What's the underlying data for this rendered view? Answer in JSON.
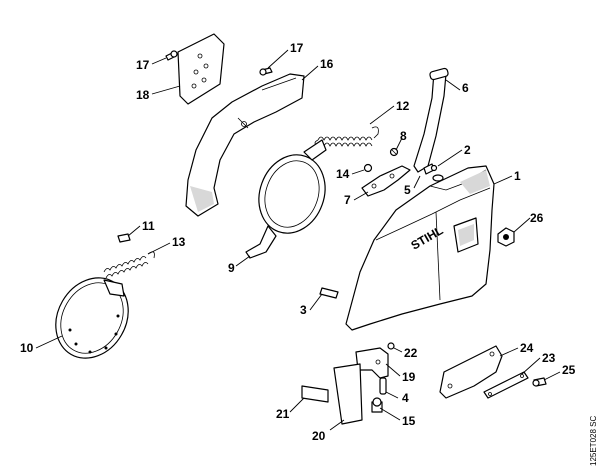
{
  "drawing_code": "125ET028 SC",
  "brand": "STIHL",
  "callouts": {
    "c1": "1",
    "c2": "2",
    "c3": "3",
    "c4": "4",
    "c5": "5",
    "c6": "6",
    "c7": "7",
    "c8": "8",
    "c9": "9",
    "c10": "10",
    "c11": "11",
    "c12": "12",
    "c13": "13",
    "c14": "14",
    "c15": "15",
    "c16": "16",
    "c17a": "17",
    "c17b": "17",
    "c18": "18",
    "c19": "19",
    "c20": "20",
    "c21": "21",
    "c22": "22",
    "c23": "23",
    "c24": "24",
    "c25": "25",
    "c26": "26"
  }
}
